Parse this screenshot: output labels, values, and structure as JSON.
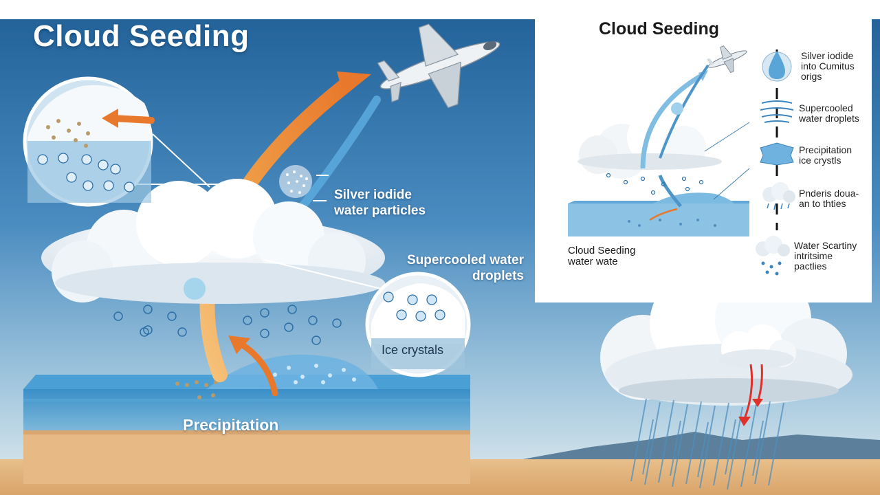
{
  "main": {
    "title": "Cloud Seeding",
    "label_silver_1": "Silver iodide",
    "label_silver_2": "water particles",
    "label_super_1": "Supercooled water",
    "label_super_2": "droplets",
    "label_ice": "Ice crystals",
    "label_precip": "Precipitation"
  },
  "inset": {
    "title": "Cloud Seeding",
    "legend": [
      {
        "icon": "water-drop-icon",
        "line1": "Silver iodide",
        "line2": "into Cumitus",
        "line3": "origs"
      },
      {
        "icon": "droplet-layers-icon",
        "line1": "Supercooled",
        "line2": "water droplets"
      },
      {
        "icon": "ice-crystal-icon",
        "line1": "Precipitation",
        "line2": "ice crystls"
      },
      {
        "icon": "rain-cloud-icon",
        "line1": "Pnderis doua-",
        "line2": "an to thties"
      },
      {
        "icon": "drizzle-cloud-icon",
        "line1": "Water Scartiny",
        "line2": "intritsime",
        "line3": "pactlies"
      }
    ],
    "footer_1": "Cloud Seeding",
    "footer_2": "water wate"
  },
  "colors": {
    "sky_top": "#1f5f96",
    "sky_bottom": "#d9e7ec",
    "orange_arrow": "#e8863a",
    "blue_arrow": "#5aa8dc",
    "sand": "#e3b27c",
    "rain_arrow": "#e0302a"
  }
}
